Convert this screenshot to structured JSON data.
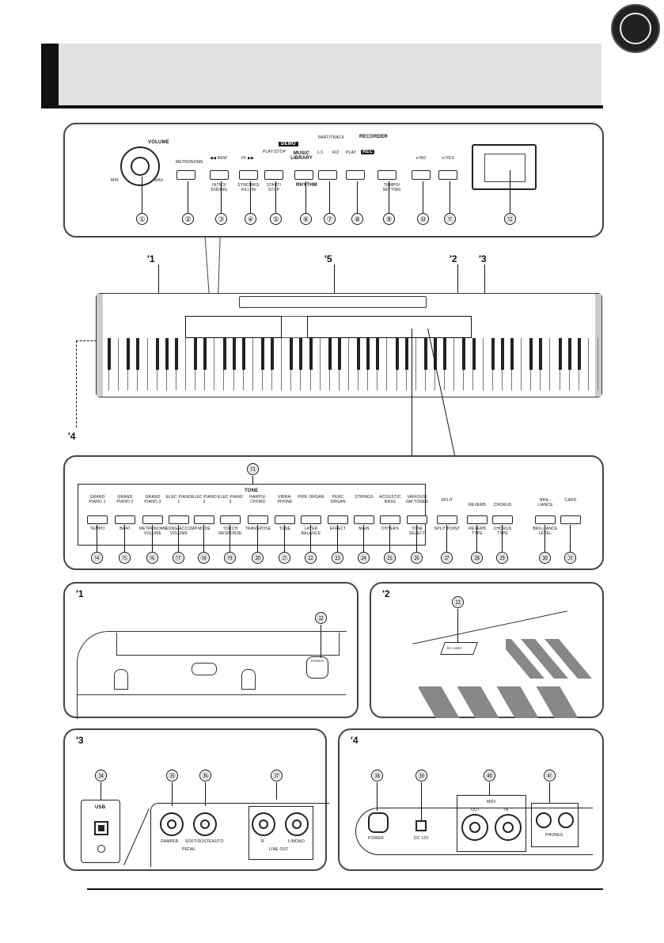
{
  "callouts": [
    "′1",
    "′2",
    "′3",
    "′4",
    "′5"
  ],
  "top_panel": {
    "volume": "VOLUME",
    "min": "MIN",
    "max": "MAX",
    "buttons": [
      {
        "top": "METRONOME",
        "bottom": ""
      },
      {
        "top": "◀◀ REW",
        "bottom": "INTRO/ ENDING"
      },
      {
        "top": "FF ▶▶",
        "bottom": "SYNCHRO/ FILL-IN"
      },
      {
        "top": "PLAY/STOP",
        "bottom": "START/ STOP"
      },
      {
        "top": "MUSIC LIBRARY",
        "bottom": "RHYTHM"
      },
      {
        "top": "L/1",
        "bottom": ""
      },
      {
        "top": "R/2",
        "bottom": ""
      },
      {
        "top": "",
        "bottom": "TEMPO/ SETTING"
      },
      {
        "top": "∨/NO",
        "bottom": ""
      },
      {
        "top": "∧/YES",
        "bottom": ""
      }
    ],
    "demo": "DEMO",
    "part_track": "PART/TRACK",
    "recorder": "RECORDER",
    "play": "PLAY",
    "rec": "REC",
    "numbers": [
      "①",
      "②",
      "③",
      "④",
      "⑤",
      "⑥",
      "⑦",
      "⑧",
      "⑨",
      "⑩",
      "⑪",
      "⑫"
    ]
  },
  "tone_panel": {
    "number_13": "⑬",
    "tone": "TONE",
    "tones": [
      {
        "top": "GRAND PIANO 1",
        "bottom": "TEMPO"
      },
      {
        "top": "GRAND PIANO 2",
        "bottom": "BEAT"
      },
      {
        "top": "GRAND PIANO 3",
        "bottom": "METRONOME VOLUME"
      },
      {
        "top": "ELEC PIANO 1",
        "bottom": "SONG/ACCOMP VOLUME"
      },
      {
        "top": "ELEC PIANO 2",
        "bottom": "MODE"
      },
      {
        "top": "ELEC PIANO 3",
        "bottom": "TOUCH RESPONSE"
      },
      {
        "top": "HARPSI- CHORD",
        "bottom": "TRANSPOSE"
      },
      {
        "top": "VIBRA- PHONE",
        "bottom": "TUNE"
      },
      {
        "top": "PIPE ORGAN",
        "bottom": "LAYER BALANCE"
      },
      {
        "top": "PERC ORGAN",
        "bottom": "EFFECT"
      },
      {
        "top": "STRINGS",
        "bottom": "MAIN"
      },
      {
        "top": "ACOUSTIC BASS",
        "bottom": "OTHERS"
      },
      {
        "top": "VARIOUS/ GM TONES",
        "bottom": "TONE SELECT"
      }
    ],
    "others": [
      {
        "top": "SPLIT",
        "bottom": "SPLIT POINT"
      },
      {
        "top": "REVERB",
        "bottom": "REVERB TYPE"
      },
      {
        "top": "CHORUS",
        "bottom": "CHORUS TYPE"
      },
      {
        "top": "BRIL- LIANCE",
        "bottom": "BRILLIANCE LEVEL"
      },
      {
        "top": "CARD",
        "bottom": ""
      }
    ],
    "numbers": [
      "⑭",
      "⑮",
      "⑯",
      "⑰",
      "⑱",
      "⑲",
      "⑳",
      "㉑",
      "㉒",
      "㉓",
      "㉔",
      "㉕",
      "㉖",
      "㉗",
      "㉘",
      "㉙",
      "㉚",
      "㉛"
    ]
  },
  "detail1": {
    "title": "′1",
    "number": "㉜",
    "label": "POWER"
  },
  "detail2": {
    "title": "′2",
    "number": "㉝",
    "label": "SD CARD"
  },
  "detail3": {
    "title": "′3",
    "numbers": [
      "㉞",
      "㉟",
      "㊱",
      "㊲"
    ],
    "usb": "USB",
    "damper": "DAMPER",
    "soft": "SOFT/SOSTENUTO",
    "pedal": "PEDAL",
    "r": "R",
    "lmono": "L/MONO",
    "lineout": "LINE OUT"
  },
  "detail4": {
    "title": "′4",
    "numbers": [
      "㊳",
      "㊴",
      "㊵",
      "㊶"
    ],
    "power": "POWER",
    "dc": "DC 12V",
    "midi": "MIDI",
    "out": "OUT",
    "in": "IN",
    "phones": "PHONES"
  }
}
